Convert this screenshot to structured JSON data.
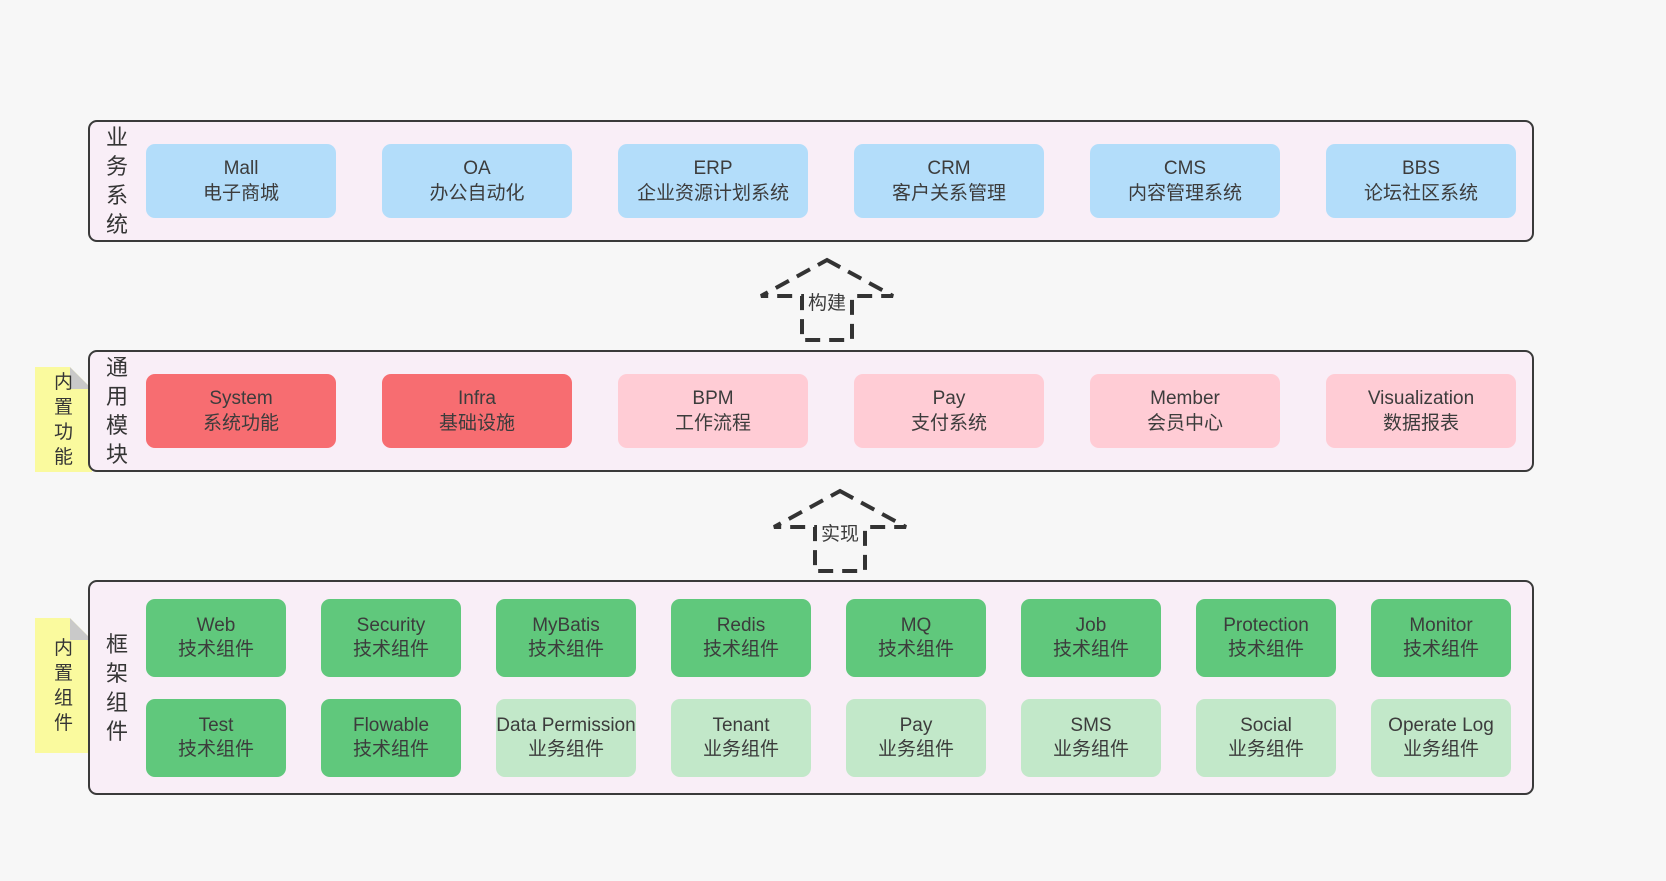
{
  "colors": {
    "bg": "#f7f7f7",
    "panel": "#f9eef7",
    "panel_border": "#3a3a3a",
    "blue": "#b3ddfa",
    "red": "#f76d71",
    "pink": "#ffccd5",
    "green": "#60c87c",
    "lightgreen": "#c2e8c9",
    "yellow": "#fafa9e",
    "fold": "#c9c9c9"
  },
  "arrows": [
    {
      "label": "构建"
    },
    {
      "label": "实现"
    }
  ],
  "layers": [
    {
      "label_vertical": "业务系统",
      "note": null,
      "rows": [
        [
          {
            "title": "Mall",
            "subtitle": "电子商城",
            "variant": "blue"
          },
          {
            "title": "OA",
            "subtitle": "办公自动化",
            "variant": "blue"
          },
          {
            "title": "ERP",
            "subtitle": "企业资源计划系统",
            "variant": "blue"
          },
          {
            "title": "CRM",
            "subtitle": "客户关系管理",
            "variant": "blue"
          },
          {
            "title": "CMS",
            "subtitle": "内容管理系统",
            "variant": "blue"
          },
          {
            "title": "BBS",
            "subtitle": "论坛社区系统",
            "variant": "blue"
          }
        ]
      ]
    },
    {
      "label_vertical": "通用模块",
      "note": "内置功能",
      "rows": [
        [
          {
            "title": "System",
            "subtitle": "系统功能",
            "variant": "red"
          },
          {
            "title": "Infra",
            "subtitle": "基础设施",
            "variant": "red"
          },
          {
            "title": "BPM",
            "subtitle": "工作流程",
            "variant": "pink"
          },
          {
            "title": "Pay",
            "subtitle": "支付系统",
            "variant": "pink"
          },
          {
            "title": "Member",
            "subtitle": "会员中心",
            "variant": "pink"
          },
          {
            "title": "Visualization",
            "subtitle": "数据报表",
            "variant": "pink"
          }
        ]
      ]
    },
    {
      "label_vertical": "框架组件",
      "note": "内置组件",
      "rows": [
        [
          {
            "title": "Web",
            "subtitle": "技术组件",
            "variant": "green"
          },
          {
            "title": "Security",
            "subtitle": "技术组件",
            "variant": "green"
          },
          {
            "title": "MyBatis",
            "subtitle": "技术组件",
            "variant": "green"
          },
          {
            "title": "Redis",
            "subtitle": "技术组件",
            "variant": "green"
          },
          {
            "title": "MQ",
            "subtitle": "技术组件",
            "variant": "green"
          },
          {
            "title": "Job",
            "subtitle": "技术组件",
            "variant": "green"
          },
          {
            "title": "Protection",
            "subtitle": "技术组件",
            "variant": "green"
          },
          {
            "title": "Monitor",
            "subtitle": "技术组件",
            "variant": "green"
          }
        ],
        [
          {
            "title": "Test",
            "subtitle": "技术组件",
            "variant": "green"
          },
          {
            "title": "Flowable",
            "subtitle": "技术组件",
            "variant": "green"
          },
          {
            "title": "Data Permission",
            "subtitle": "业务组件",
            "variant": "lightgreen"
          },
          {
            "title": "Tenant",
            "subtitle": "业务组件",
            "variant": "lightgreen"
          },
          {
            "title": "Pay",
            "subtitle": "业务组件",
            "variant": "lightgreen"
          },
          {
            "title": "SMS",
            "subtitle": "业务组件",
            "variant": "lightgreen"
          },
          {
            "title": "Social",
            "subtitle": "业务组件",
            "variant": "lightgreen"
          },
          {
            "title": "Operate Log",
            "subtitle": "业务组件",
            "variant": "lightgreen"
          }
        ]
      ]
    }
  ]
}
